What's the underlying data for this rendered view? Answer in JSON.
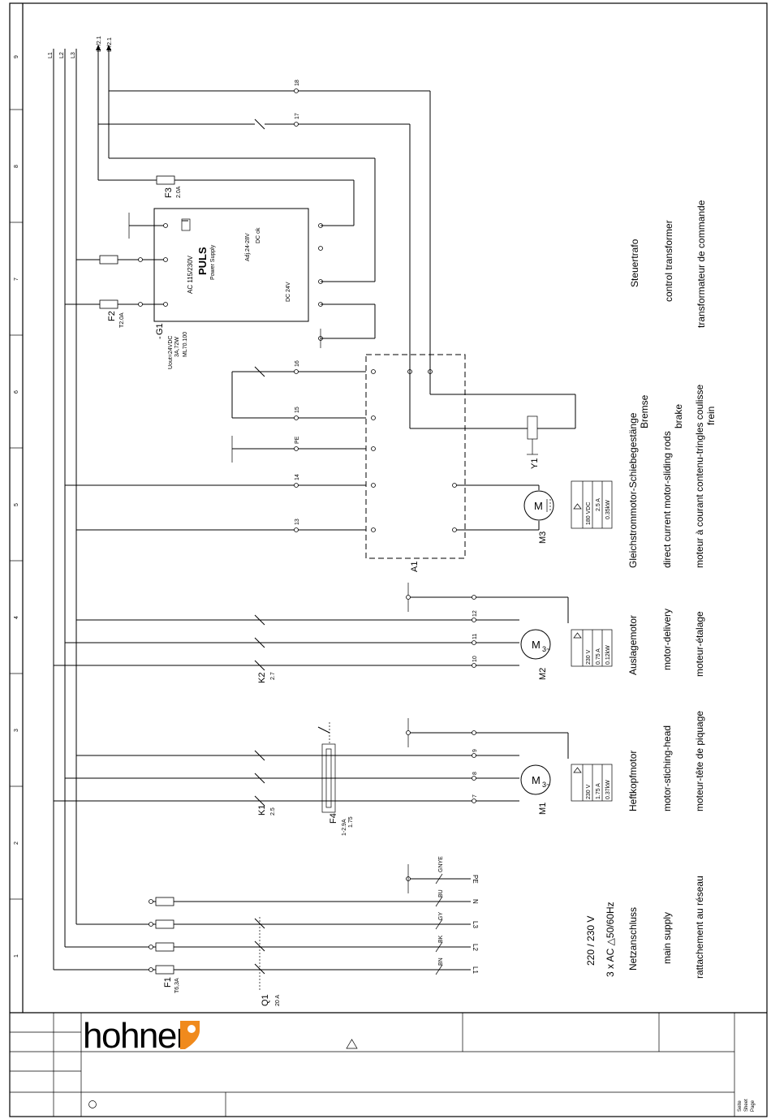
{
  "title_block": {
    "logo_text": "hohner",
    "page_labels": [
      "Seite",
      "Sheet",
      "Page"
    ]
  },
  "frame": {
    "column_numbers": [
      "1",
      "2",
      "3",
      "4",
      "5",
      "6",
      "7",
      "8",
      "9"
    ]
  },
  "main_bus": {
    "phases": [
      "L1",
      "L2",
      "L3"
    ],
    "dc_lines": [
      "L+/2.1",
      "L-/2.1"
    ]
  },
  "supply": {
    "voltage": "220 / 230 V",
    "spec": "3 x AC △50/60Hz",
    "title_de": "Netzanschluss",
    "title_en": "main supply",
    "title_fr": "rattachement au réseau",
    "lines": [
      "L1",
      "L2",
      "L3",
      "N",
      "PE"
    ],
    "cable_colors": [
      "BN",
      "BK",
      "GY",
      "BU",
      "GNYE"
    ],
    "fuse_ref": "F1",
    "fuse_rating": "T6,3A",
    "switch_ref": "Q1",
    "switch_rating": "20 A"
  },
  "motor_m1": {
    "ref": "M1",
    "contactor": "K1",
    "contactor_rating": "2.5",
    "relay": "F4",
    "relay_rating": "1-2.9A",
    "relay_setting": "1.75",
    "terminals": [
      "7",
      "8",
      "9"
    ],
    "ratings": [
      "230 V",
      "1.75 A",
      "0.37kW"
    ],
    "title_de": "Heftkopfmotor",
    "title_en": "motor-stiching-head",
    "title_fr": "moteur-tête de piquage"
  },
  "motor_m2": {
    "ref": "M2",
    "contactor": "K2",
    "contactor_rating": "2.7",
    "terminals": [
      "10",
      "11",
      "12"
    ],
    "ratings": [
      "230 V",
      "0.75 A",
      "0.12kW"
    ],
    "title_de": "Auslagemotor",
    "title_en": "motor-delivery",
    "title_fr": "moteur-étalage"
  },
  "motor_m3": {
    "ref": "M3",
    "controller": "A1",
    "terminals": [
      "13",
      "14",
      "PE"
    ],
    "ratings": [
      "180 VDC",
      "2.5 A",
      "0.35kW"
    ],
    "title_de": "Gleichstrommotor-Schiebegestänge",
    "title_en": "direct current motor-sliding rods",
    "title_fr": "moteur à courant contenu-tringles coulisse"
  },
  "brake": {
    "ref": "Y1",
    "terminals": [
      "15",
      "16"
    ],
    "title_de": "Bremse",
    "title_en": "brake",
    "title_fr": "frein"
  },
  "transformer": {
    "ref": "G1",
    "model": "ML70.100",
    "output": "Uout=24VDC",
    "rating": "3A,72W",
    "brand": "PULS",
    "subtitle": "Power Supply",
    "ac_label": "AC 115/230V",
    "dc_label": "DC 24V",
    "adj_label": "Adj.24-28V",
    "dc_ok": "DC ok",
    "fuse_ref": "F2",
    "fuse_rating": "T2.0A",
    "fuse3_ref": "F3",
    "fuse3_rating": "2.0A",
    "title_de": "Steuertrafo",
    "title_en": "control transformer",
    "title_fr": "transformateur de commande"
  },
  "control": {
    "terminals": [
      "17",
      "18"
    ]
  }
}
